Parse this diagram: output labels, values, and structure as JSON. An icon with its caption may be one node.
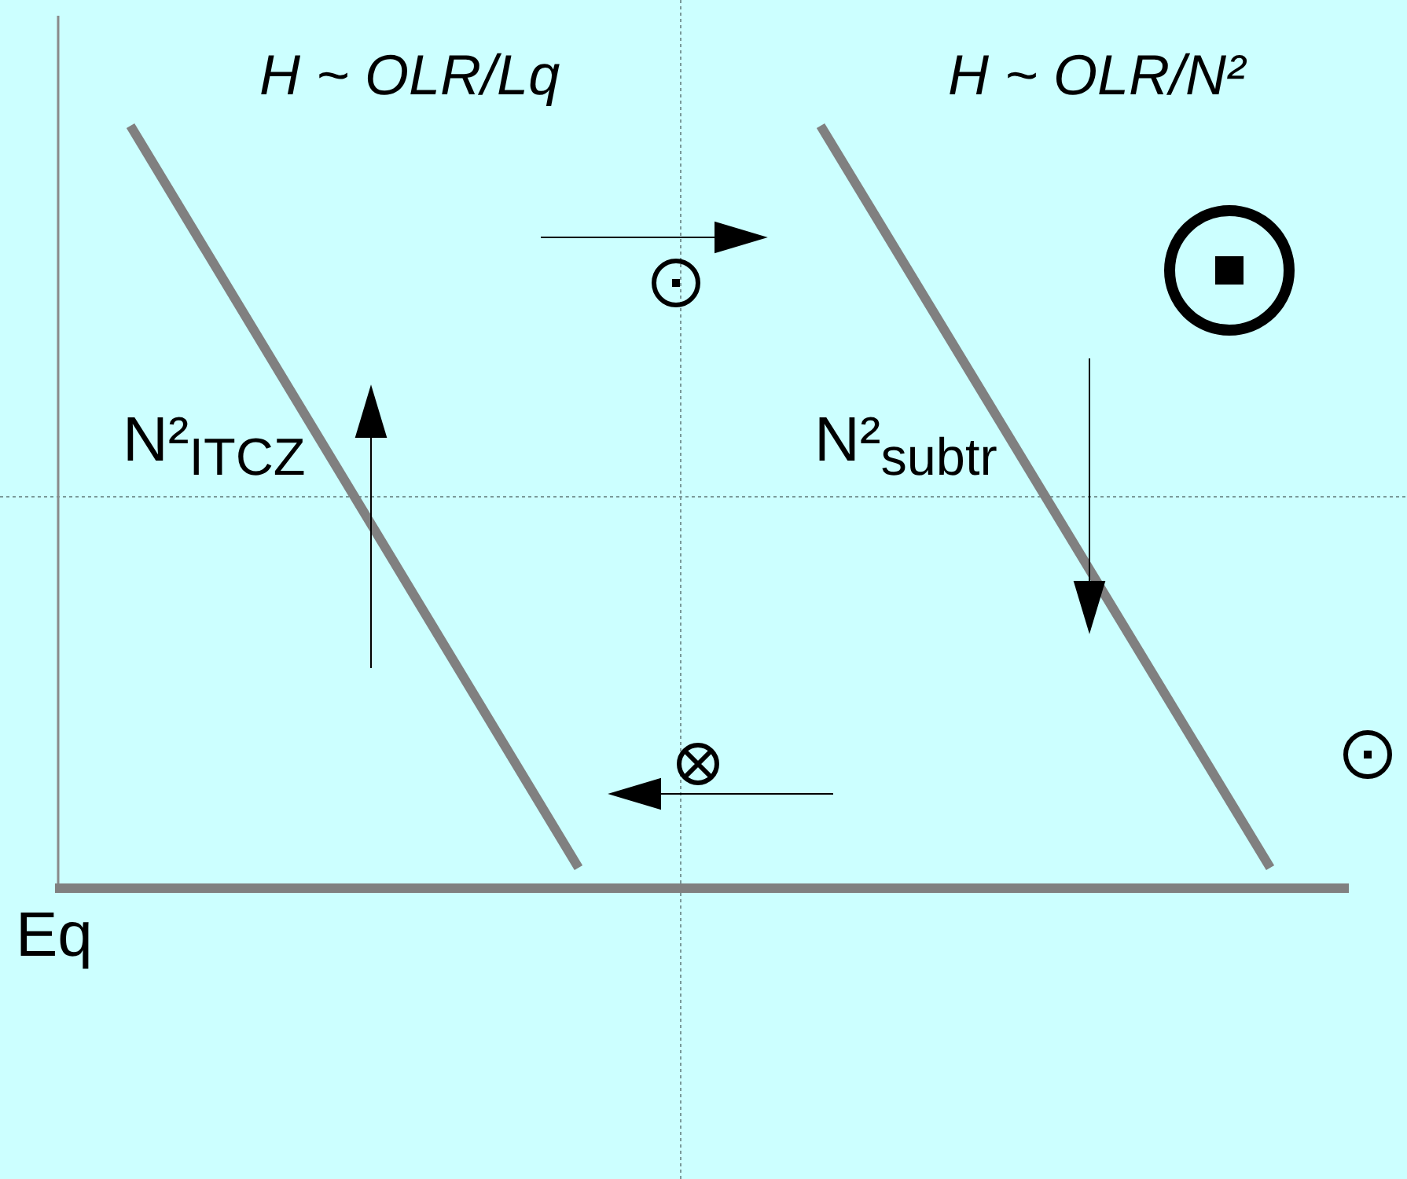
{
  "diagram": {
    "labels": [
      "H ~ OLR/Lq",
      "H ~ OLR/N²",
      "N²$_{ITCZ}$",
      "N²$_{subtr}$",
      "Eq"
    ]
  }
}
